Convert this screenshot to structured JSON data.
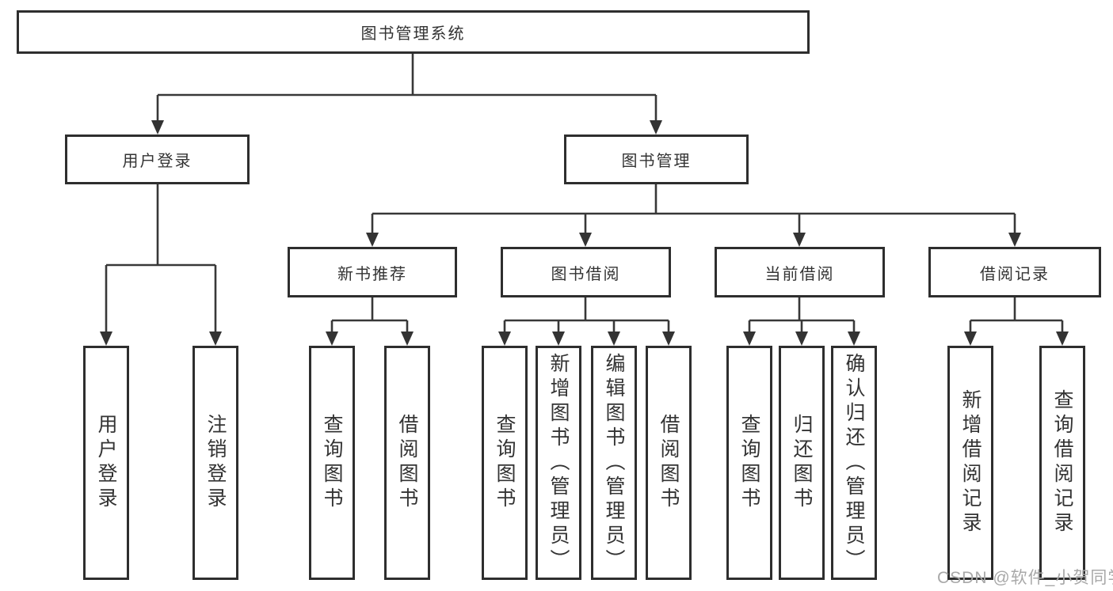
{
  "tree": {
    "label": "图书管理系统",
    "children": [
      {
        "label": "用户登录",
        "children": [
          {
            "label": "用户登录"
          },
          {
            "label": "注销登录"
          }
        ]
      },
      {
        "label": "图书管理",
        "children": [
          {
            "label": "新书推荐",
            "children": [
              {
                "label": "查询图书"
              },
              {
                "label": "借阅图书"
              }
            ]
          },
          {
            "label": "图书借阅",
            "children": [
              {
                "label": "查询图书"
              },
              {
                "label": "新增图书（管理员）"
              },
              {
                "label": "编辑图书（管理员）"
              },
              {
                "label": "借阅图书"
              }
            ]
          },
          {
            "label": "当前借阅",
            "children": [
              {
                "label": "查询图书"
              },
              {
                "label": "归还图书"
              },
              {
                "label": "确认归还（管理员）"
              }
            ]
          },
          {
            "label": "借阅记录",
            "children": [
              {
                "label": "新增借阅记录"
              },
              {
                "label": "查询借阅记录"
              }
            ]
          }
        ]
      }
    ]
  },
  "watermark": {
    "text": "CSDN @软件_小贺同学"
  },
  "colors": {
    "line": "#383838",
    "box_border": "#2e2e2e",
    "text": "#333333",
    "background": "#ffffff",
    "watermark": "#a8a8a8"
  }
}
